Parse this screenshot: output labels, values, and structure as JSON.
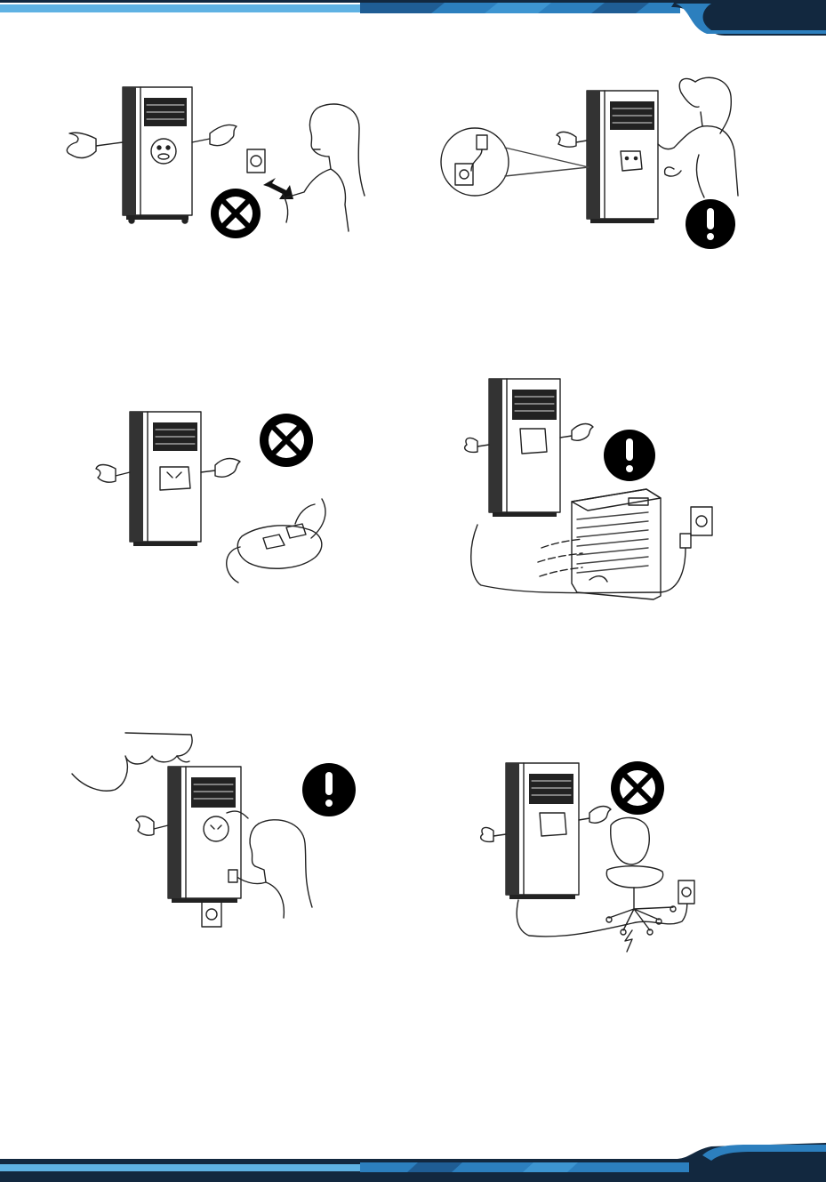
{
  "colors": {
    "band_dark": "#12283f",
    "band_blue": "#2c7fbe",
    "band_light": "#5fb2e3",
    "line": "#222222",
    "symbol": "#000000"
  },
  "panels": [
    {
      "symbol": "prohibited-symbol",
      "scene": "do-not-unplug-by-pulling-cord"
    },
    {
      "symbol": "mandatory-symbol",
      "scene": "unplug-by-holding-plug"
    },
    {
      "symbol": "prohibited-symbol",
      "scene": "do-not-use-multi-socket-strip"
    },
    {
      "symbol": "mandatory-symbol",
      "scene": "keep-away-from-heater"
    },
    {
      "symbol": "mandatory-symbol",
      "scene": "unplug-when-smoke-or-smell"
    },
    {
      "symbol": "prohibited-symbol",
      "scene": "do-not-crush-power-cord"
    }
  ]
}
